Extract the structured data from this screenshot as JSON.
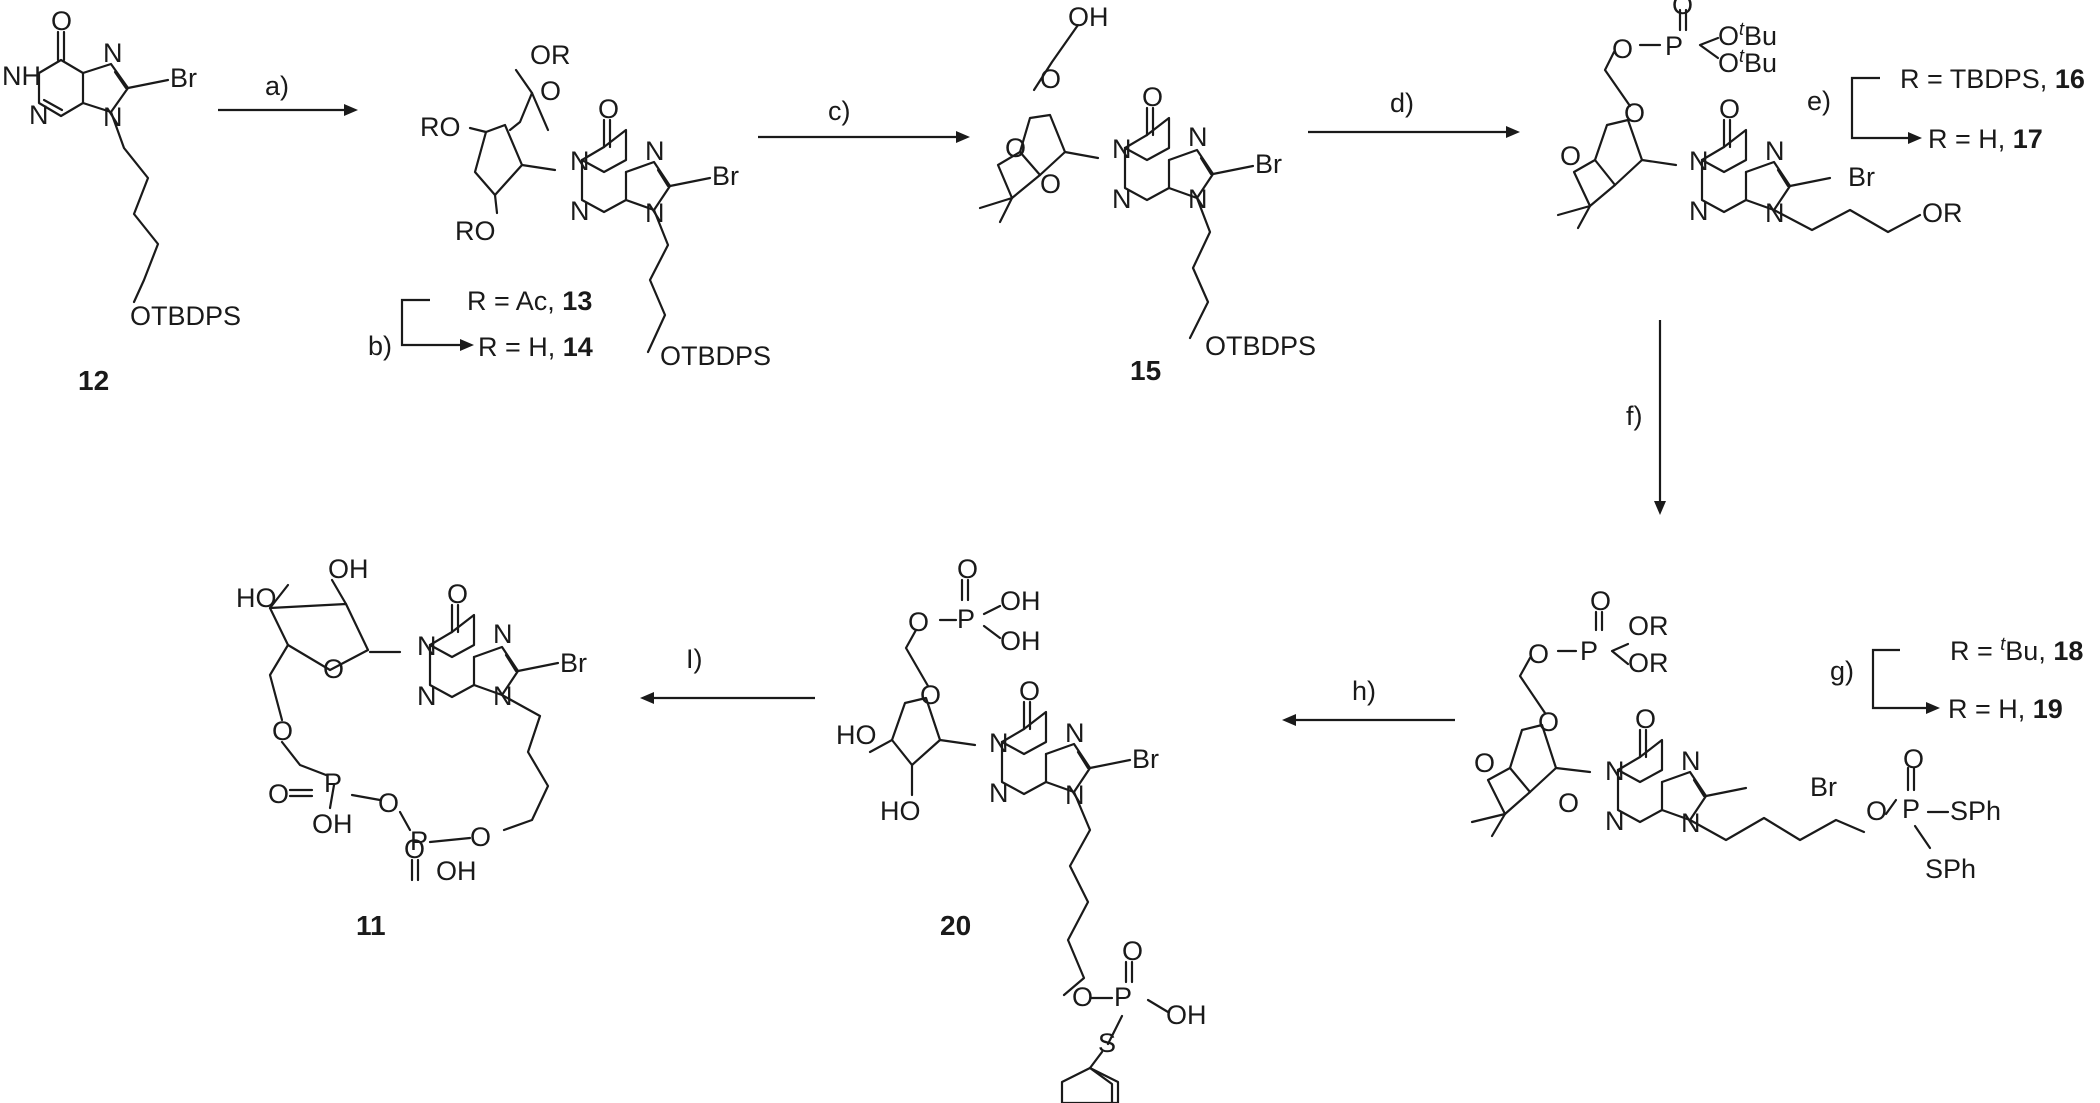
{
  "scheme": {
    "compounds": [
      {
        "id": "12",
        "label": "12",
        "atoms": [
          "NH",
          "N",
          "N",
          "N",
          "O",
          "Br",
          "OTBDPS"
        ]
      },
      {
        "id": "13-14",
        "atoms": [
          "OR",
          "RO",
          "RO",
          "O",
          "N",
          "N",
          "N",
          "N",
          "O",
          "Br",
          "OTBDPS"
        ],
        "note_a": {
          "r": "R = Ac, ",
          "num": "13"
        },
        "note_b": {
          "r": "R = H, ",
          "num": "14"
        }
      },
      {
        "id": "15",
        "label": "15",
        "atoms": [
          "OH",
          "O",
          "O",
          "O",
          "N",
          "N",
          "N",
          "N",
          "O",
          "Br",
          "OTBDPS"
        ]
      },
      {
        "id": "16-17",
        "atoms": [
          "O",
          "P",
          "O",
          "O",
          "O",
          "O",
          "O",
          "N",
          "N",
          "N",
          "N",
          "O",
          "Br",
          "OR"
        ],
        "tbu": "Bu",
        "tbu_sup": "t",
        "note_a": {
          "r": "R = TBDPS, ",
          "num": "16"
        },
        "note_b": {
          "r": "R = H, ",
          "num": "17"
        }
      },
      {
        "id": "18-19",
        "atoms": [
          "O",
          "P",
          "OR",
          "OR",
          "O",
          "O",
          "O",
          "O",
          "N",
          "N",
          "N",
          "N",
          "O",
          "Br",
          "O",
          "P",
          "O",
          "SPh",
          "SPh"
        ],
        "note_a": {
          "r_pre": "R = ",
          "sup": "t",
          "r_post": "Bu, ",
          "num": "18"
        },
        "note_b": {
          "r": "R = H, ",
          "num": "19"
        }
      },
      {
        "id": "20",
        "label": "20",
        "atoms": [
          "O",
          "P",
          "O",
          "OH",
          "OH",
          "O",
          "HO",
          "HO",
          "N",
          "N",
          "N",
          "N",
          "O",
          "Br",
          "O",
          "P",
          "O",
          "OH",
          "S"
        ]
      },
      {
        "id": "11",
        "label": "11",
        "atoms": [
          "HO",
          "OH",
          "O",
          "N",
          "N",
          "N",
          "N",
          "O",
          "Br",
          "O",
          "P",
          "O",
          "OH",
          "O",
          "P",
          "O",
          "O",
          "OH"
        ]
      }
    ],
    "steps": [
      "a)",
      "b)",
      "c)",
      "d)",
      "e)",
      "f)",
      "g)",
      "h)",
      "I)"
    ]
  }
}
